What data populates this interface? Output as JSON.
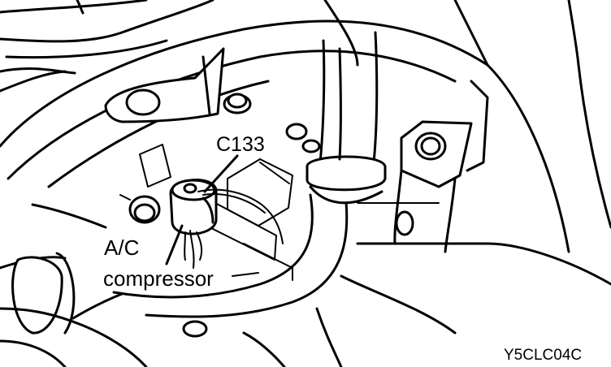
{
  "labels": {
    "connector": "C133",
    "component_line1": "A/C",
    "component_line2": "compressor",
    "figure_code": "Y5CLC04C"
  },
  "colors": {
    "ink": "#000000",
    "paper": "#ffffff"
  }
}
